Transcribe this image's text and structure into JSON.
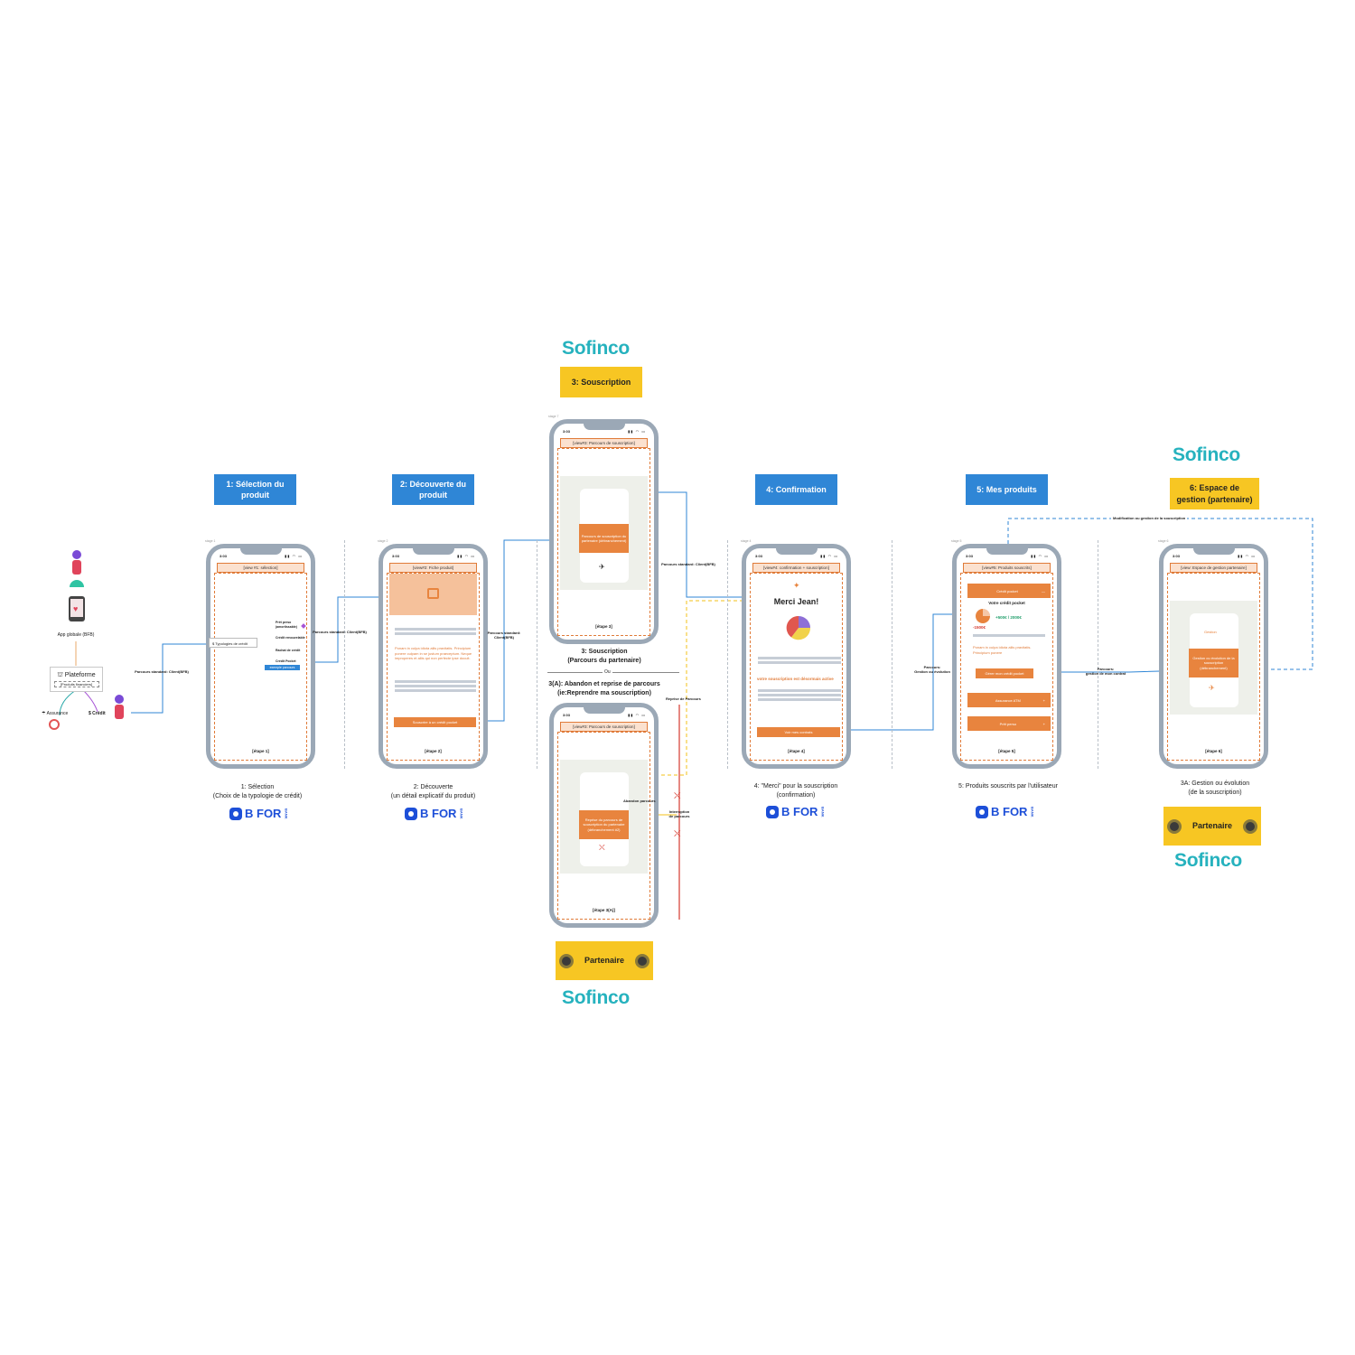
{
  "left": {
    "app_label": "App  globale (BFB)",
    "platform_label": "Plateforme",
    "platform_sub": "[Produits financiers]",
    "assurance": "Assurance",
    "credit": "Crédit",
    "edge_label": "Parcours standard: Client(BFB)"
  },
  "steps": [
    {
      "tag": "1: Sélection du\nproduit",
      "view": "[view #1: sélection]",
      "etape": "[étape 1]",
      "cap_l1": "1: Sélection",
      "cap_l2": "(Choix de la typologie de crédit)"
    },
    {
      "tag": "2: Découverte du\nproduit",
      "view": "[view#2: Fiche produit]",
      "etape": "[étape 2]",
      "cap_l1": "2: Découverte",
      "cap_l2": "(un détail explicatif du produit)"
    },
    {
      "tag": "3: Souscription",
      "view": "[view#3: Parcours de souscription]",
      "etape": "[étape 3]",
      "cap_l1": "3: Souscription",
      "cap_l2": "(Parcours du partenaire)"
    },
    {
      "tag": "4: Confirmation",
      "view": "[view#4: confirmation + souscription]",
      "etape": "[étape 4]",
      "cap_l1": "4: \"Merci\" pour la souscription",
      "cap_l2": "(confirmation)"
    },
    {
      "tag": "5: Mes produits",
      "view": "[view#5: Produits souscrits]",
      "etape": "[étape 5]",
      "cap_l1": "5: Produits souscrits par l'utilisateur",
      "cap_l2": ""
    },
    {
      "tag": "6: Espace de\ngestion (partenaire)",
      "view": "[view: Espace de gestion partenaire]",
      "etape": "[étape 6]",
      "cap_l1": "3A: Gestion ou évolution",
      "cap_l2": "(de la souscription)"
    }
  ],
  "step1": {
    "typologie": "Typologies de crédit",
    "items": [
      "Prêt perso (amortissable)",
      "Crédit renouvelable",
      "Rachat de crédit",
      "Crédit Pocket"
    ],
    "example": "exemple parcours",
    "edge": "Parcours standard: Client(BFB)"
  },
  "step2": {
    "lorem": "Ponam in culpa idiota aliis pravitatis. Principium ponere culpam in se justum praeceptum. Neque improperes et aliis qui non perfecte ipse docuit.",
    "btn": "Souscrire à un crédit pocket",
    "edge": "Parcours standard: Client(BFB)"
  },
  "step3": {
    "card": "Parcours de souscription du partenaire (débranchement)",
    "edge": "Parcours standard: Client(BFB)",
    "or": "Ou",
    "alt_l1": "3(A): Abandon et reprise de parcours",
    "alt_l2": "(ie:Reprendre ma souscription)",
    "alt_view": "[view#3: Parcours de souscription]",
    "alt_card": "Reprise du parcours de souscription du partenaire (débranchement #2)",
    "alt_etape": "[étape 3(A)]",
    "abandon": "Abandon parcours",
    "reprise": "Reprise de Parcours",
    "interruption": "Interruption\nde parcours"
  },
  "step4": {
    "merci": "Merci Jean!",
    "active": "votre souscription est désormais active",
    "btn": "Voir mes contrats"
  },
  "step5": {
    "pocket": "Crédit pocket",
    "votre": "Votre crédit pocket",
    "amount": "+500€ / 2000€",
    "minus": "-1500€",
    "lorem": "Ponam in culpa idiota aliis pravitatis. Principium ponere",
    "gerer": "Gérer mon crédit pocket",
    "assurance": "Assurance ATM",
    "pret": "Prêt perso",
    "edge_in": "Parcours:\nGestion ou évolution",
    "edge_out": "Parcours:\ngestion de mon contrat"
  },
  "step6": {
    "gestion": "Gestion",
    "card": "Gestion ou évolution de la souscription (débranchement)",
    "modif": "Modification ou gestion de la souscription"
  },
  "brands": {
    "sofinco": "Sofinco",
    "bfor": "B FOR",
    "bfor_small": "BANK",
    "partenaire": "Partenaire"
  },
  "time": "3:03",
  "colors": {
    "blue": "#2f86d6",
    "yellow": "#f7c623",
    "orange": "#e8843e",
    "phone": "#9ba8b6",
    "teal": "#26b2be"
  }
}
